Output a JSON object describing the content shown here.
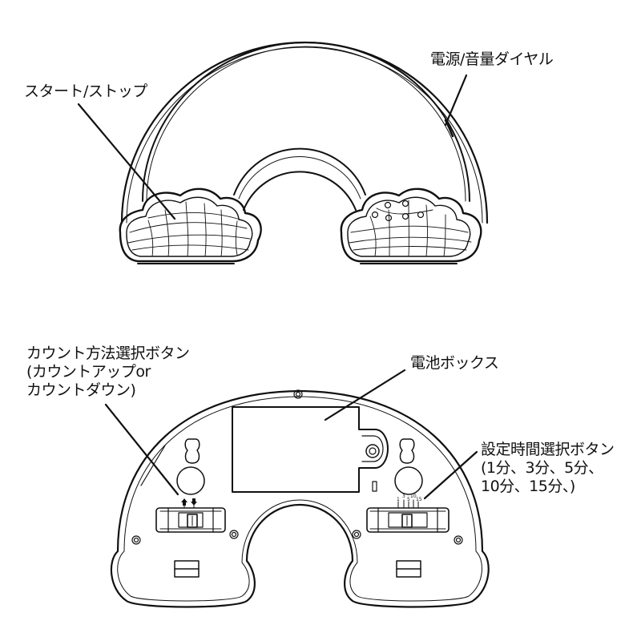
{
  "diagram": {
    "front_view": {
      "labels": {
        "start_stop": "スタート/ストップ",
        "power_volume_dial": "電源/音量ダイヤル"
      }
    },
    "back_view": {
      "labels": {
        "count_mode_button": {
          "line1": "カウント方法選択ボタン",
          "line2": "(カウントアップor",
          "line3": "カウントダウン)"
        },
        "battery_box": "電池ボックス",
        "time_select_button": {
          "line1": "設定時間選択ボタン",
          "line2": "(1分、3分、5分、",
          "line3": "10分、15分、)"
        }
      },
      "time_switch_marks": [
        "1",
        "3",
        "5",
        "10",
        "15"
      ],
      "count_switch_marks": [
        "up-arrow",
        "down-arrow"
      ]
    },
    "colors": {
      "line": "#111111",
      "background": "#ffffff"
    }
  }
}
